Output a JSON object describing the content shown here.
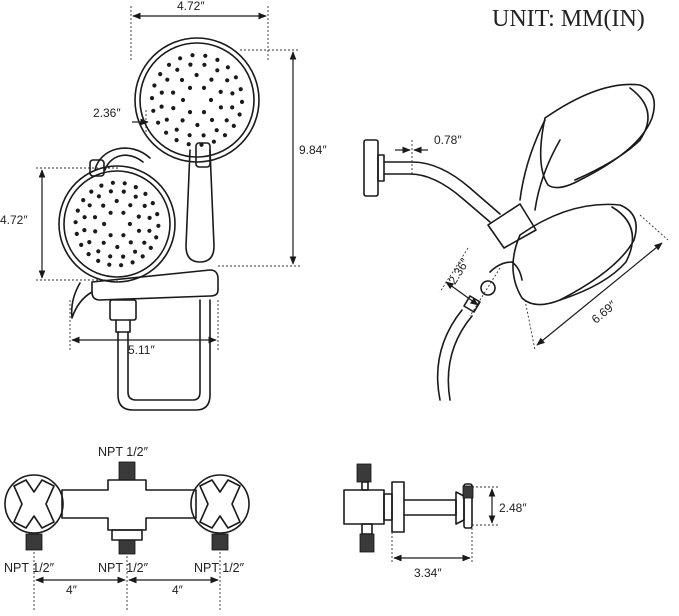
{
  "unit_label": "UNIT: MM(IN)",
  "colors": {
    "line": "#1a1a1a",
    "background": "#ffffff",
    "thread": "#3a3a3a"
  },
  "front_view": {
    "dim_width_top": "4.72″",
    "dim_head_offset": "2.36″",
    "dim_height": "9.84″",
    "dim_head_diameter": "4.72″",
    "dim_base_width": "5.11″"
  },
  "side_view": {
    "dim_arm": "0.78″",
    "dim_head_depth": "2.36″",
    "dim_head_length": "6.69″"
  },
  "valve_front": {
    "npt_top": "NPT 1/2″",
    "npt_left": "NPT 1/2″",
    "npt_center": "NPT 1/2″",
    "npt_right": "NPT 1/2″",
    "spacing_left": "4″",
    "spacing_right": "4″"
  },
  "valve_side": {
    "dim_height": "2.48″",
    "dim_depth": "3.34″"
  }
}
